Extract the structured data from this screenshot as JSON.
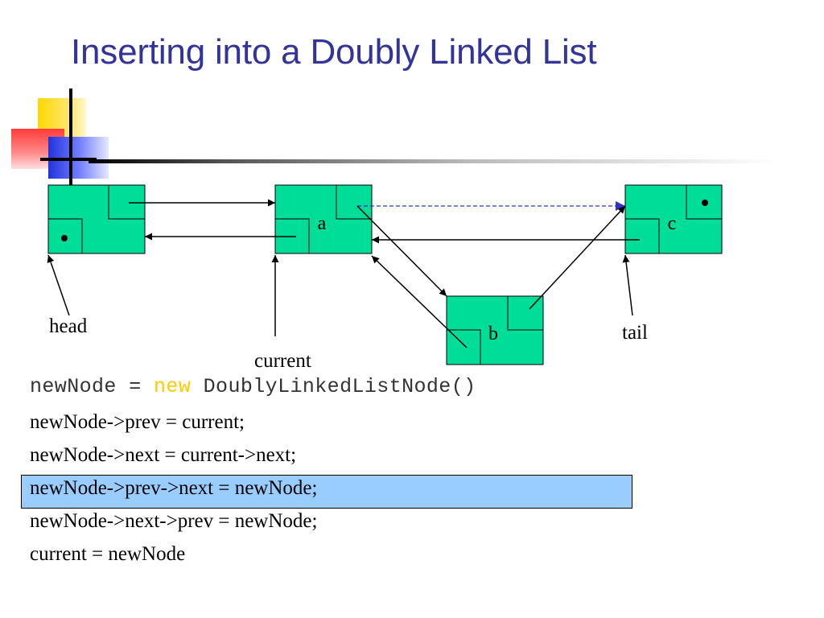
{
  "title": "Inserting into a Doubly Linked List",
  "colors": {
    "title": "#333399",
    "node_fill": "#00dd99",
    "arrow": "#000000",
    "dashed_arrow": "#3333cc",
    "highlight": "#99ccff",
    "keyword": "#ffcc00"
  },
  "diagram": {
    "nodes": [
      {
        "id": "head-node",
        "label": ""
      },
      {
        "id": "a",
        "label": "a"
      },
      {
        "id": "c",
        "label": "c"
      },
      {
        "id": "b",
        "label": "b"
      }
    ],
    "pointers": {
      "head": "head",
      "current": "current",
      "tail": "tail"
    }
  },
  "code": {
    "line1_prefix": "newNode = ",
    "line1_keyword": "new",
    "line1_suffix": " DoublyLinkedListNode()",
    "lines": [
      "newNode->prev = current;",
      "newNode->next = current->next;",
      "newNode->prev->next = newNode;",
      "newNode->next->prev = newNode;",
      "current = newNode"
    ],
    "highlighted_line_index": 2
  }
}
